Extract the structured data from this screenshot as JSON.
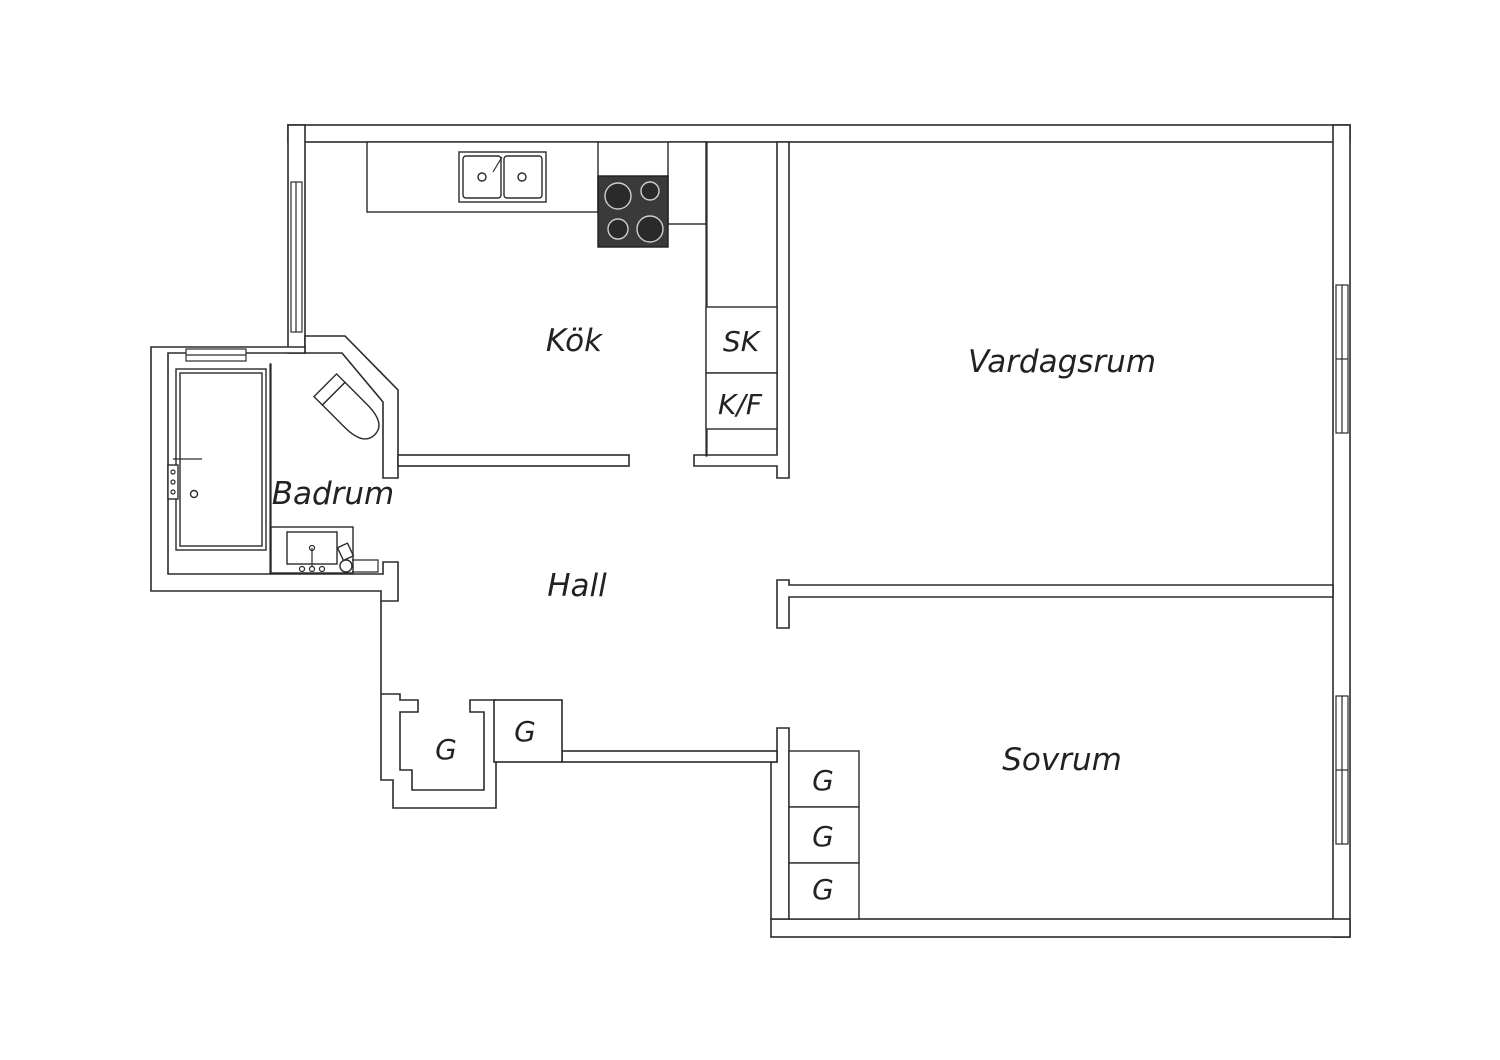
{
  "rooms": {
    "kok": "Kök",
    "vardagsrum": "Vardagsrum",
    "badrum": "Badrum",
    "hall": "Hall",
    "sovrum": "Sovrum"
  },
  "fixtures": {
    "sk": "SK",
    "kf": "K/F",
    "closet_hall_1": "G",
    "closet_hall_2": "G",
    "closet_sovrum_1": "G",
    "closet_sovrum_2": "G",
    "closet_sovrum_3": "G"
  },
  "colors": {
    "line": "#2b2b2b",
    "stove": "#3a3a3a",
    "background": "#ffffff"
  }
}
